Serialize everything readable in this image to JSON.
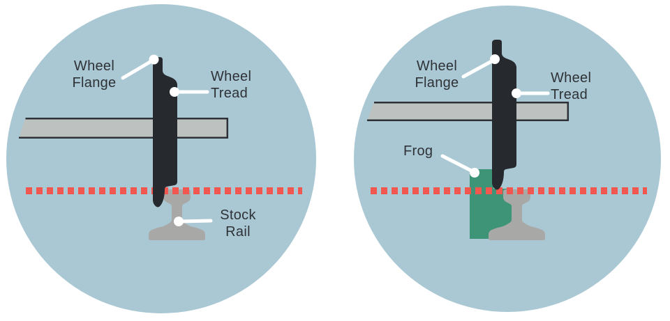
{
  "colors": {
    "circle_bg": "#aac8d4",
    "wheel": "#262a2e",
    "bar_fill": "#bdc1c0",
    "bar_stroke": "#2e3236",
    "rail": "#a8a9a7",
    "frog": "#3e9476",
    "dotted_line": "#f1574e",
    "label_text": "#2e3237",
    "leader": "#ffffff"
  },
  "panels": {
    "left": {
      "labels": {
        "wheel_flange": {
          "line1": "Wheel",
          "line2": "Flange"
        },
        "wheel_tread": {
          "line1": "Wheel",
          "line2": "Tread"
        },
        "stock_rail": {
          "line1": "Stock",
          "line2": "Rail"
        }
      }
    },
    "right": {
      "labels": {
        "wheel_flange": {
          "line1": "Wheel",
          "line2": "Flange"
        },
        "wheel_tread": {
          "line1": "Wheel",
          "line2": "Tread"
        },
        "frog": {
          "line1": "Frog"
        }
      }
    }
  }
}
